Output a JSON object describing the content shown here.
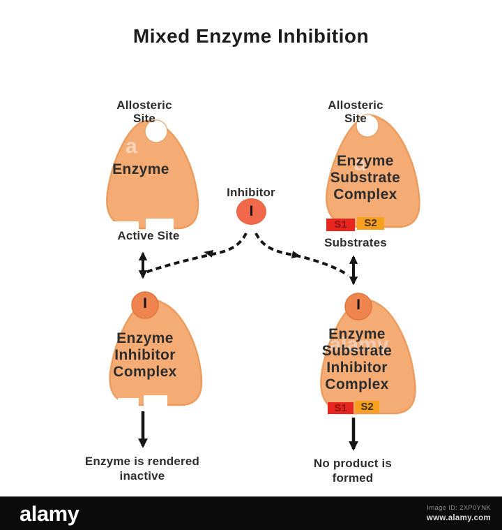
{
  "title": "Mixed Enzyme Inhibition",
  "colors": {
    "enzyme_fill": "#F5AB74",
    "enzyme_border": "#EC9C5E",
    "inhibitor": "#F2684B",
    "inhibitor_bound": "#EF854E",
    "s1_fill": "#E6261F",
    "s1_text": "#8F1613",
    "s2_fill": "#F7A01D",
    "s2_text": "#403024",
    "text": "#2D2D2D",
    "arrow": "#161616",
    "footer_bg": "#0B0B0B"
  },
  "diagram": {
    "free_enzyme": {
      "allosteric_site": "Allosteric\nSite",
      "name": "Enzyme",
      "active_site": "Active Site"
    },
    "substrate_complex": {
      "allosteric_site": "Allosteric\nSite",
      "name": "Enzyme\nSubstrate\nComplex",
      "s1": "S1",
      "s2": "S2",
      "substrates": "Substrates"
    },
    "inhibitor": {
      "label": "Inhibitor",
      "symbol": "I"
    },
    "inhibitor_complex": {
      "symbol": "I",
      "name": "Enzyme\nInhibitor\nComplex",
      "outcome": "Enzyme is rendered\ninactive"
    },
    "esi_complex": {
      "symbol": "I",
      "name": "Enzyme\nSubstrate\nInhibitor\nComplex",
      "s1": "S1",
      "s2": "S2",
      "outcome": "No product is\nformed"
    }
  },
  "watermark": {
    "letter": "a",
    "word": "alamy"
  },
  "footer": {
    "logo": "alamy",
    "image_id": "Image ID: 2XP0YNK",
    "website": "www.alamy.com"
  }
}
